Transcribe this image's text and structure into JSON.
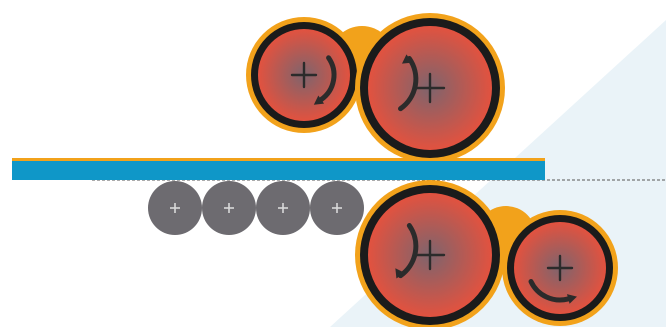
{
  "diagram": {
    "colors": {
      "background": "#ffffff",
      "backdrop_panel": "#eaf3f8",
      "strip_fill": "#0f97c8",
      "strip_edge": "#f2a21b",
      "roll_rim": "#f2a21b",
      "roll_ring": "#1b1b1b",
      "roll_core_light": "#7e646d",
      "roll_core_dark": "#e2523f",
      "support_roll": "#6d6b70",
      "mark": "#2b2b2b",
      "support_mark": "#d9d9d9",
      "passline": "#555555"
    },
    "rolls": [
      {
        "id": "upper-small-roll",
        "rotation": "clockwise",
        "icon": "plus-icon"
      },
      {
        "id": "upper-large-roll",
        "rotation": "counterclockwise",
        "icon": "plus-icon"
      },
      {
        "id": "lower-large-roll",
        "rotation": "clockwise",
        "icon": "plus-icon"
      },
      {
        "id": "lower-small-roll",
        "rotation": "counterclockwise",
        "icon": "plus-icon"
      }
    ],
    "support_roll_count": 4,
    "strip": {
      "icon": "metal-strip"
    },
    "passline": {
      "style": "dashed"
    }
  }
}
